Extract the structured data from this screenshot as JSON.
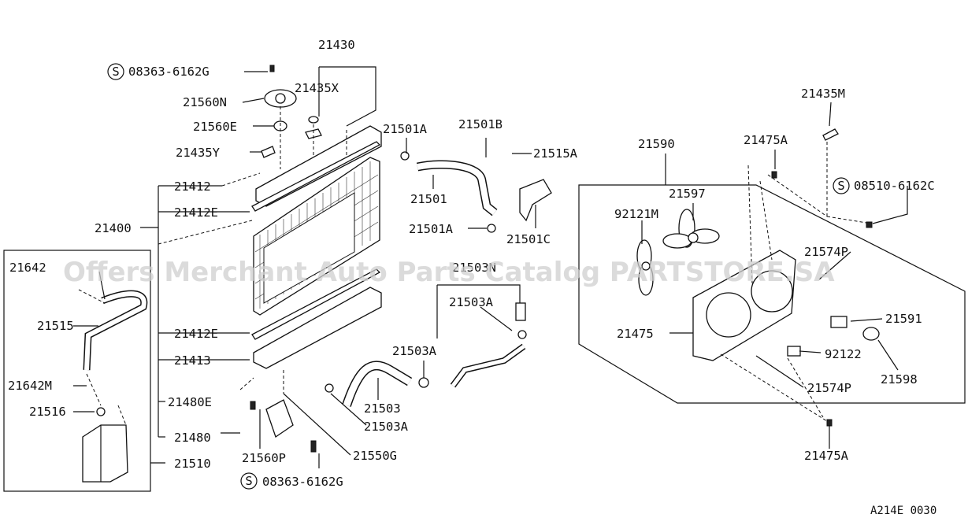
{
  "labels": {
    "p21430": "21430",
    "s08363_top": "08363-6162G",
    "p21435X": "21435X",
    "p21560N": "21560N",
    "p21560E": "21560E",
    "p21435Y": "21435Y",
    "p21412": "21412",
    "p21412E_top": "21412E",
    "p21400": "21400",
    "p21412E_bot": "21412E",
    "p21413": "21413",
    "p21480E": "21480E",
    "p21480": "21480",
    "p21510": "21510",
    "p21560P": "21560P",
    "s08363_bot": "08363-6162G",
    "p21550G": "21550G",
    "p21503": "21503",
    "p21503A_right": "21503A",
    "p21503A_mid": "21503A",
    "p21503A_top": "21503A",
    "p21503N": "21503N",
    "p21501A_top": "21501A",
    "p21501": "21501",
    "p21501A_bot": "21501A",
    "p21501B": "21501B",
    "p21515A": "21515A",
    "p21501C": "21501C",
    "p21642": "21642",
    "p21515": "21515",
    "p21642M": "21642M",
    "p21516": "21516",
    "p21590": "21590",
    "p21597": "21597",
    "p92121M": "92121M",
    "p21475A_top": "21475A",
    "p21435M": "21435M",
    "s08510": "08510-6162C",
    "p21574P_top": "21574P",
    "p21591": "21591",
    "p21475": "21475",
    "p92122": "92122",
    "p21598": "21598",
    "p21574P_bot": "21574P",
    "p21475A_bot": "21475A",
    "diagram_code": "A214E 0030"
  },
  "circle_s": "S",
  "watermark": "Offers Merchant Auto Parts Catalog PARTSTORE.SA"
}
